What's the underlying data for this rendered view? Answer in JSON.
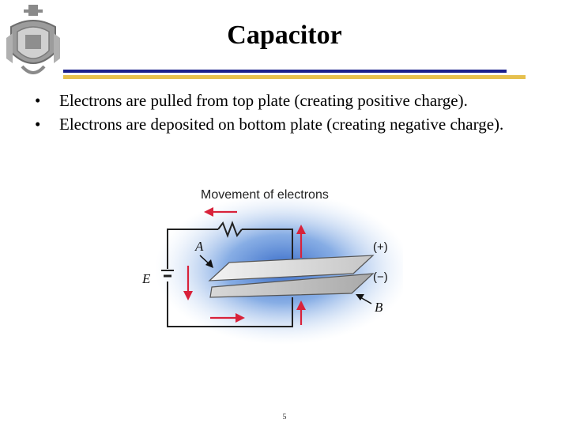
{
  "slide": {
    "title": "Capacitor",
    "bullets": [
      "Electrons are pulled from top plate (creating positive charge).",
      "Electrons are deposited on bottom plate (creating negative charge)."
    ],
    "bullet_symbol": "•",
    "page_number": "5"
  },
  "diagram": {
    "caption": "Movement of electrons",
    "label_battery": "E",
    "label_top_plate": "A",
    "label_bottom_plate": "B",
    "label_positive": "(+)",
    "label_negative": "(−)"
  },
  "colors": {
    "rule_navy": "#1a1f8c",
    "rule_gold": "#e6c04e",
    "arrow_red": "#d8223a",
    "glow_blue": "#4a7fd0"
  }
}
